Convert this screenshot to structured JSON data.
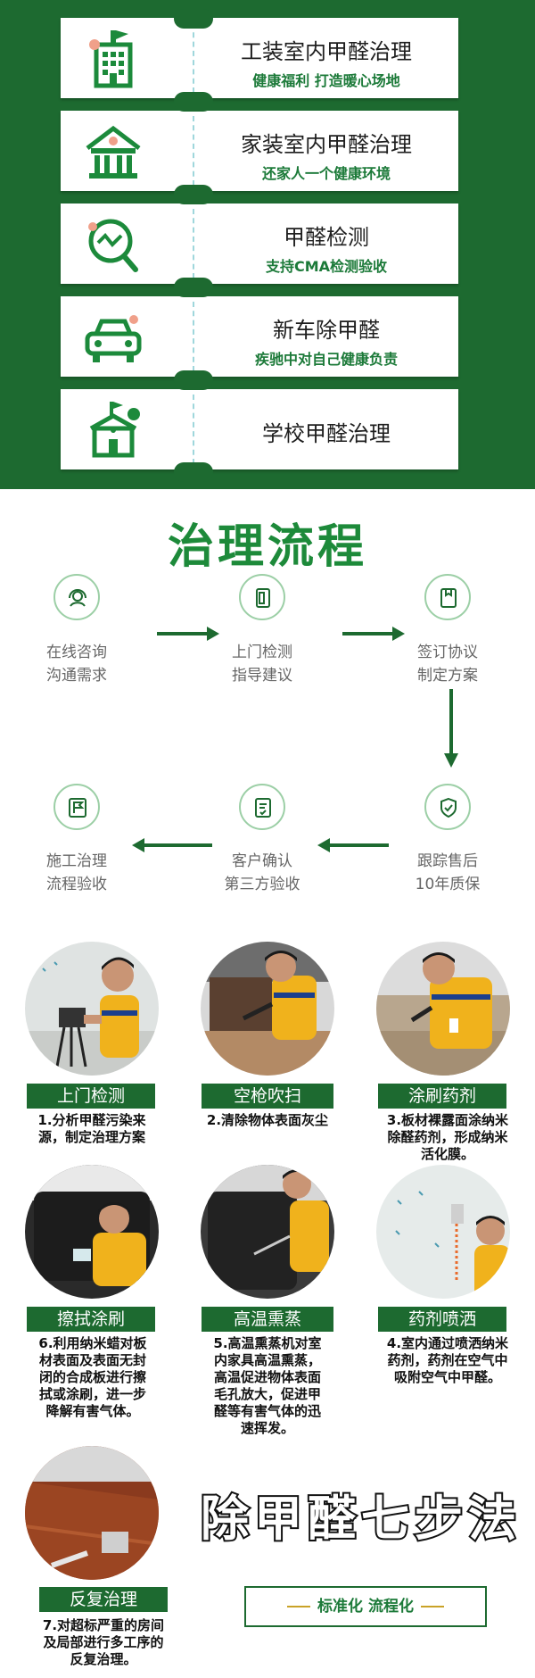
{
  "services": [
    {
      "title": "工装室内甲醛治理",
      "sub": "健康福利   打造暖心场地",
      "icon": "office-building-icon"
    },
    {
      "title": "家装室内甲醛治理",
      "sub": "还家人一个健康环境",
      "icon": "house-icon"
    },
    {
      "title": "甲醛检测",
      "sub": "支持CMA检测验收",
      "icon": "magnifier-check-icon"
    },
    {
      "title": "新车除甲醛",
      "sub": "疾驰中对自己健康负责",
      "icon": "car-icon"
    },
    {
      "title": "学校甲醛治理",
      "sub": "",
      "icon": "school-icon"
    }
  ],
  "process": {
    "title": "治理流程",
    "steps": [
      {
        "line1": "在线咨询",
        "line2": "沟通需求",
        "icon": "headset-icon"
      },
      {
        "line1": "上门检测",
        "line2": "指导建议",
        "icon": "door-icon"
      },
      {
        "line1": "签订协议",
        "line2": "制定方案",
        "icon": "contract-icon"
      },
      {
        "line1": "跟踪售后",
        "line2": "10年质保",
        "icon": "shield-check-icon"
      },
      {
        "line1": "客户确认",
        "line2": "第三方验收",
        "icon": "document-check-icon"
      },
      {
        "line1": "施工治理",
        "line2": "流程验收",
        "icon": "flag-icon"
      }
    ]
  },
  "seven_steps": {
    "title": "除甲醛七步法",
    "tagline": "标准化 流程化",
    "items": [
      {
        "label": "上门检测",
        "desc": [
          "1.分析甲醛污染来",
          "源，制定治理方案"
        ]
      },
      {
        "label": "空枪吹扫",
        "desc": [
          "2.清除物体表面灰尘"
        ]
      },
      {
        "label": "涂刷药剂",
        "desc": [
          "3.板材裸露面涂纳米",
          "除醛药剂，形成纳米",
          "活化膜。"
        ]
      },
      {
        "label": "擦拭涂刷",
        "desc": [
          "6.利用纳米蜡对板",
          "材表面及表面无封",
          "闭的合成板进行擦",
          "拭或涂刷，进一步",
          "降解有害气体。"
        ]
      },
      {
        "label": "高温熏蒸",
        "desc": [
          "5.高温熏蒸机对室",
          "内家具高温熏蒸，",
          "高温促进物体表面",
          "毛孔放大，促进甲",
          "醛等有害气体的迅",
          "速挥发。"
        ]
      },
      {
        "label": "药剂喷洒",
        "desc": [
          "4.室内通过喷洒纳米",
          "药剂，药剂在空气中",
          "吸附空气中甲醛。"
        ]
      },
      {
        "label": "反复治理",
        "desc": [
          "7.对超标严重的房间",
          "及局部进行多工序的",
          "反复治理。"
        ]
      }
    ]
  }
}
